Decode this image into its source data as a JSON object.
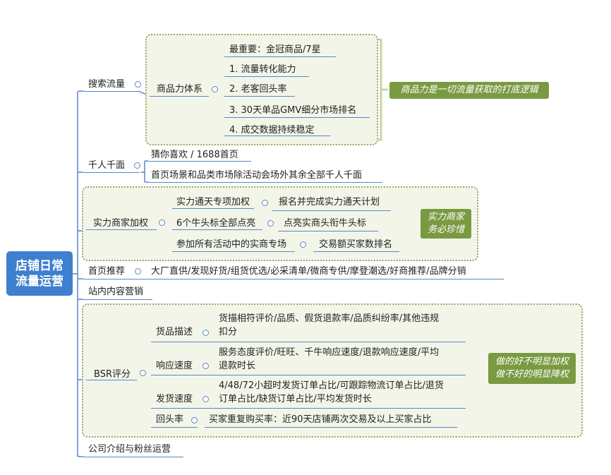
{
  "root": {
    "line1": "店铺日常",
    "line2": "流量运营"
  },
  "search": {
    "label": "搜索流量",
    "sub": "商品力体系",
    "items": [
      "最重要：金冠商品/7星",
      "1. 流量转化能力",
      "2. 老客回头率",
      "3. 30天单品GMV细分市场排名",
      "4. 成交数据持续稳定"
    ],
    "note": "商品力是一切流量获取的打底逻辑"
  },
  "qianren": {
    "label": "千人千面",
    "items": [
      "猜你喜欢 / 1688首页",
      "首页场景和品类市场除活动会场外其余全部千人千面"
    ]
  },
  "shili": {
    "label": "实力商家加权",
    "rows": [
      {
        "a": "实力通天专项加权",
        "b": "报名并完成实力通天计划"
      },
      {
        "a": "6个牛头标全部点亮",
        "b": "点亮实商头衔牛头标"
      },
      {
        "a": "参加所有活动中的实商专场",
        "b": "交易额买家数排名"
      }
    ],
    "note1": "实力商家",
    "note2": "务必珍惜"
  },
  "shouye": {
    "label": "首页推荐",
    "text": "大厂直供/发现好货/组货优选/必采清单/微商专供/摩登潮选/好商推荐/品牌分销"
  },
  "zhannei": {
    "label": "站内内容营销"
  },
  "bsr": {
    "label": "BSR评分",
    "rows": [
      {
        "a": "货品描述",
        "b1": "货描相符评价/品质、假货退款率/品质纠纷率/其他违规",
        "b2": "扣分"
      },
      {
        "a": "响应速度",
        "b1": "服务态度评价/旺旺、千牛响应速度/退款响应速度/平均",
        "b2": "退款时长"
      },
      {
        "a": "发货速度",
        "b1": "4/48/72小超时发货订单占比/可跟踪物流订单占比/退货",
        "b2": "订单占比/缺货订单占比/平均发货时长"
      }
    ],
    "hui": {
      "a": "回头率",
      "b": "买家重复购买率：近90天店铺两次交易及以上买家占比"
    },
    "note1": "做的好不明显加权",
    "note2": "做不好的明显降权"
  },
  "gongsi": {
    "label": "公司介绍与粉丝运营"
  }
}
